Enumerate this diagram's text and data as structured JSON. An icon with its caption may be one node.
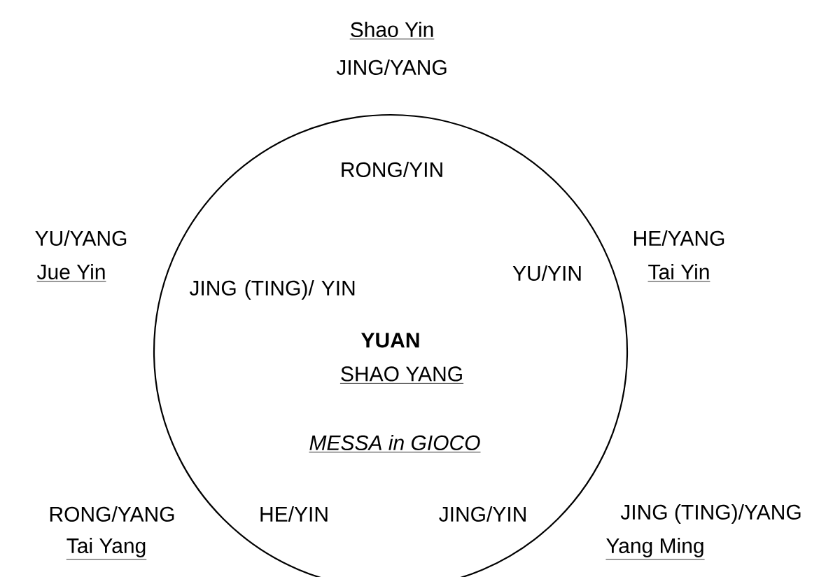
{
  "diagram": {
    "nodes": [
      {
        "text": [
          "YUAN",
          "SHAO YANG",
          "MESSA in GIOCO"
        ]
      }
    ],
    "labels": [
      "Shao Yin",
      "JING/YANG",
      "RONG/YIN",
      "YU/YANG",
      "HE/YANG",
      "Jue Yin",
      "JING (TING)/ YIN",
      "YU/YIN",
      "Tai Yin",
      "RONG/YANG",
      "HE/YIN",
      "JING/YIN",
      "JING (TING)/YANG",
      "Tai Yang",
      "Yang Ming"
    ]
  }
}
